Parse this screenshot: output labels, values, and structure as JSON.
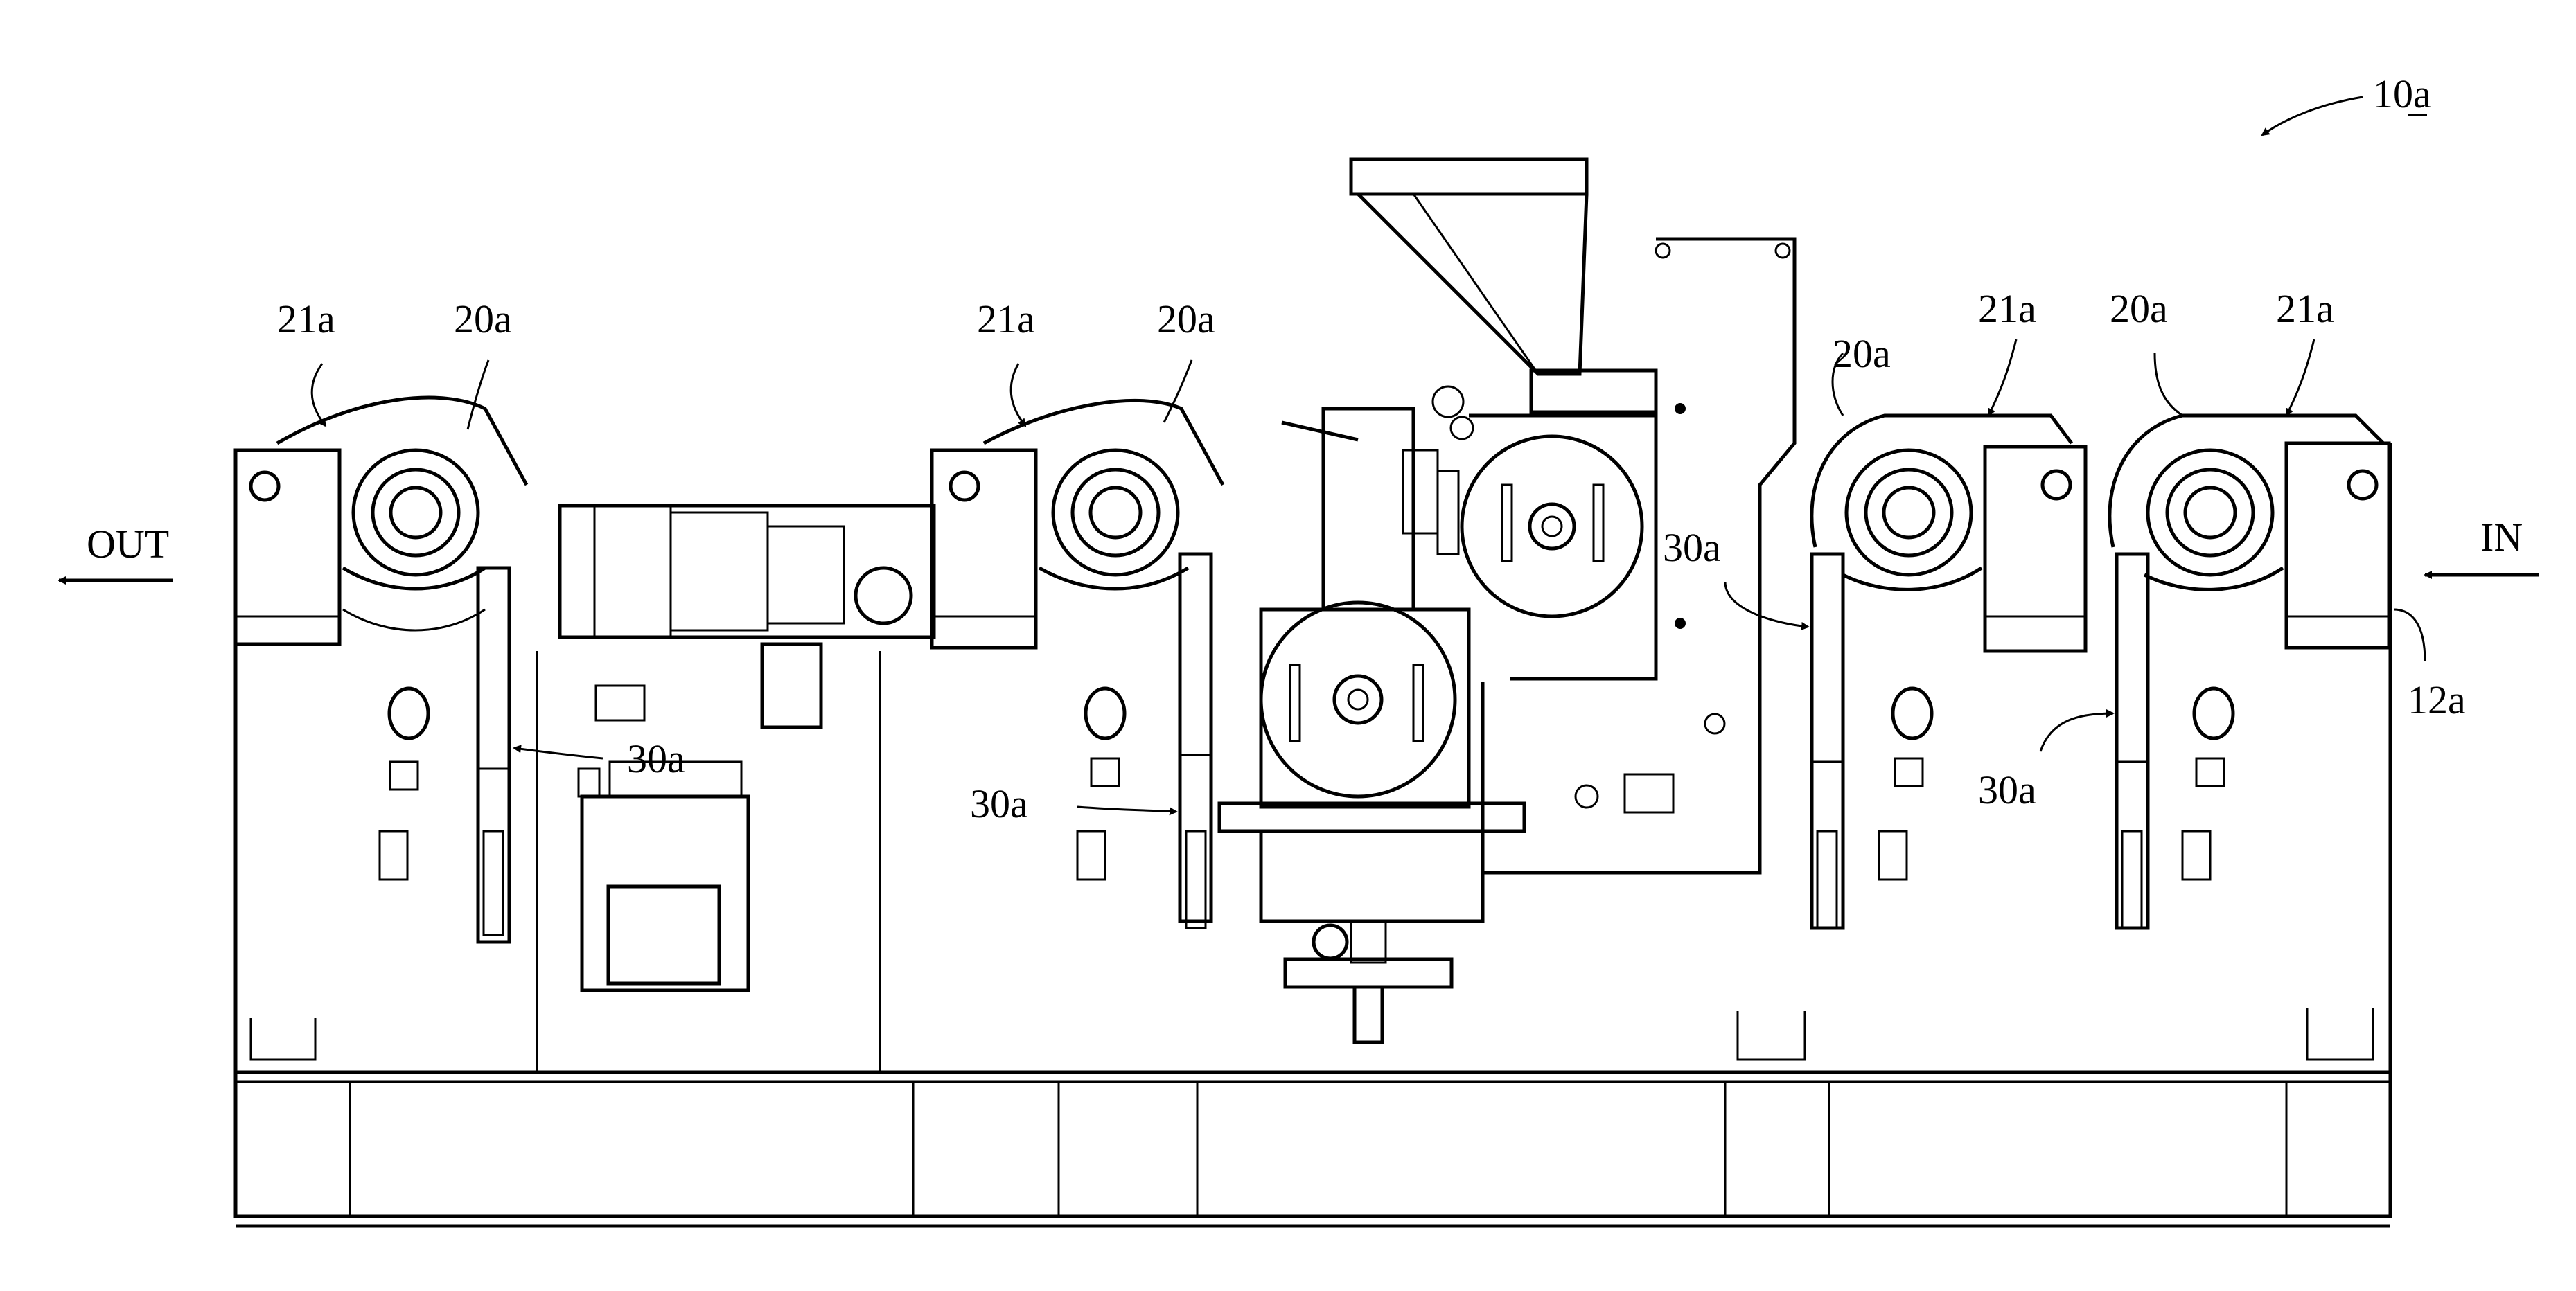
{
  "figure": {
    "ref_main": "10a",
    "ref_frame": "12a",
    "ref_gear": "20a",
    "ref_cover": "21a",
    "ref_cylinder": "30a",
    "out_label": "OUT",
    "in_label": "IN"
  }
}
